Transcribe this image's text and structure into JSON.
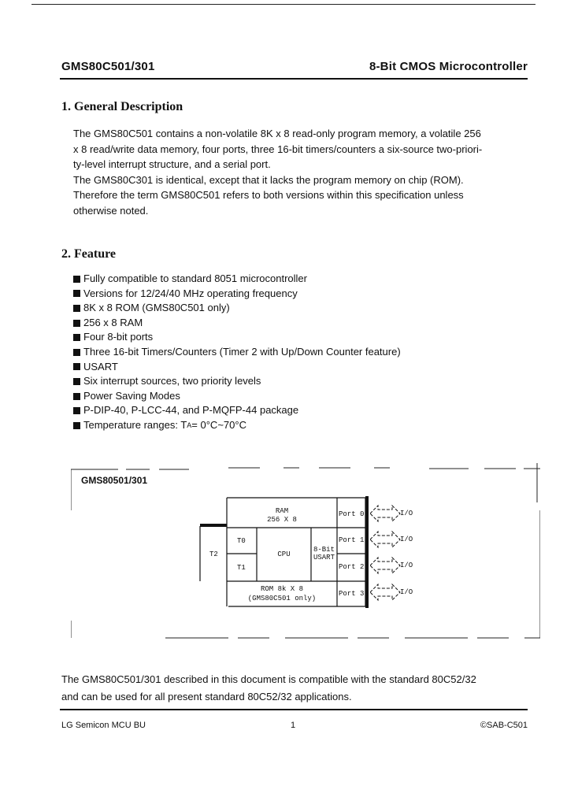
{
  "header": {
    "part_number": "GMS80C501/301",
    "product_title": "8-Bit CMOS Microcontroller"
  },
  "section1": {
    "heading": "1. General Description",
    "lines": [
      "The GMS80C501 contains a non-volatile 8K x 8 read-only program memory, a volatile 256",
      "x 8 read/write data memory, four ports, three 16-bit timers/counters a six-source two-priori-",
      "ty-level interrupt structure, and a serial port.",
      "The GMS80C301 is identical, except that it lacks the program memory on chip (ROM).",
      "Therefore the term GMS80C501 refers to both versions within this specification unless",
      "otherwise noted."
    ]
  },
  "section2": {
    "heading": "2. Feature",
    "features": [
      "Fully compatible to standard 8051 microcontroller",
      "Versions for 12/24/40 MHz operating frequency",
      "8K x 8 ROM (GMS80C501 only)",
      "256 x 8 RAM",
      "Four 8-bit ports",
      "Three 16-bit Timers/Counters (Timer 2 with Up/Down Counter feature)",
      "USART",
      "Six interrupt sources, two priority levels",
      "Power Saving Modes",
      "P-DIP-40, P-LCC-44, and P-MQFP-44 package"
    ],
    "temperature": {
      "prefix": "Temperature ranges: T",
      "subscript": "A",
      "suffix": " = 0°C~70°C"
    }
  },
  "diagram": {
    "title": "GMS80501/301",
    "ram_label": "RAM",
    "ram_size": "256 X 8",
    "cpu": "CPU",
    "t0": "T0",
    "t1": "T1",
    "t2": "T2",
    "usart_line1": "8-Bit",
    "usart_line2": "USART",
    "rom_label": "ROM 8k X 8",
    "rom_note": "(GMS80C501 only)",
    "ports": [
      "Port 0",
      "Port 1",
      "Port 2",
      "Port 3"
    ],
    "io_label": "I/O"
  },
  "closing": [
    "The GMS80C501/301 described in this document is compatible with the standard 80C52/32",
    "and can be used for all present standard 80C52/32 applications."
  ],
  "footer": {
    "left": "LG Semicon  MCU BU",
    "page": "1",
    "right": "©SAB-C501"
  }
}
